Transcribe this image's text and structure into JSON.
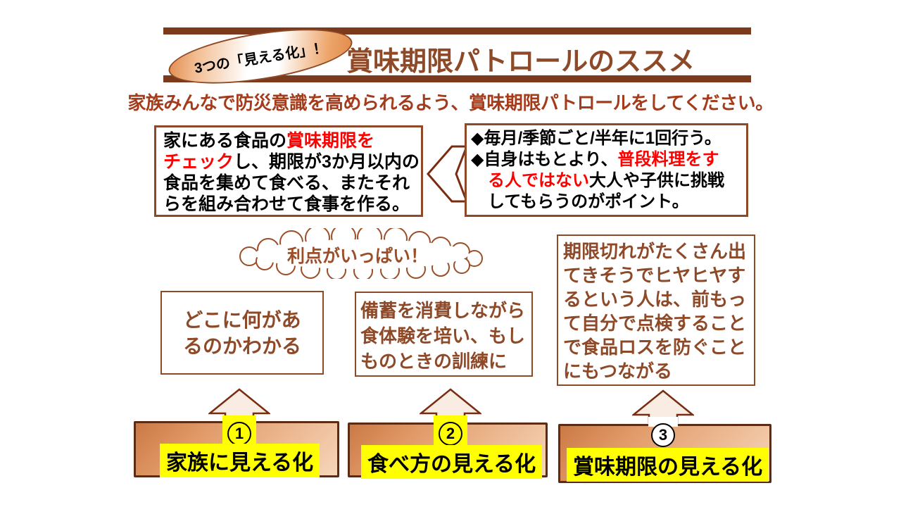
{
  "header": {
    "badge": "3つの「見える化」！",
    "title": "賞味期限パトロールのススメ",
    "subtitle": "家族みんなで防災意識を高められるよう、賞味期限パトロールをしてください。"
  },
  "method_box": {
    "lines": [
      [
        {
          "t": "家にある食品の",
          "c": "black"
        },
        {
          "t": "賞味期限を",
          "c": "red"
        }
      ],
      [
        {
          "t": "チェック",
          "c": "red"
        },
        {
          "t": "し、期限が3か月以内の",
          "c": "black"
        }
      ],
      [
        {
          "t": "食品を集めて食べる、またそれ",
          "c": "black"
        }
      ],
      [
        {
          "t": "らを組み合わせて食事を作る。",
          "c": "black"
        }
      ]
    ]
  },
  "schedule_box": {
    "lines": [
      [
        {
          "t": "◆毎月/季節ごと/半年に1回行う。",
          "c": "black"
        }
      ],
      [
        {
          "t": "◆自身はもとより、",
          "c": "black"
        },
        {
          "t": "普段料理をす",
          "c": "red"
        }
      ],
      [
        {
          "t": "る人ではない",
          "c": "red"
        },
        {
          "t": "大人や子供に挑戦",
          "c": "black"
        }
      ],
      [
        {
          "t": "してもらうのがポイント。",
          "c": "black"
        }
      ]
    ]
  },
  "bubble": {
    "text": "利点がいっぱい！"
  },
  "benefits": [
    {
      "text": "どこに何があ\nるのかわかる"
    },
    {
      "text": "備蓄を消費しながら\n食体験を培い、もし\nものときの訓練に"
    },
    {
      "text": "期限切れがたくさん出\nてきそうでヒヤヒヤす\nるという人は、前もっ\nて自分で点検すること\nで食品ロスを防ぐこと\nにもつながる"
    }
  ],
  "steps": [
    {
      "number": "1",
      "label": "家族に見える化"
    },
    {
      "number": "2",
      "label": "食べ方の見える化"
    },
    {
      "number": "3",
      "label": "賞味期限の見える化"
    }
  ],
  "colors": {
    "bar-brown": "#7b3a1c",
    "brown": "#8e4a28",
    "subtitle-red": "#a43c1c",
    "text-red": "#ff0000",
    "cloud-brown": "#9b4e28",
    "highlight-yellow": "#ffff00",
    "box-orange-dark": "#cb7944",
    "box-orange-light": "#f7d6ba",
    "step-border": "#5d2a12",
    "arrow-outline": "#7a2c10",
    "arrow-fill": "#f9ece2"
  }
}
